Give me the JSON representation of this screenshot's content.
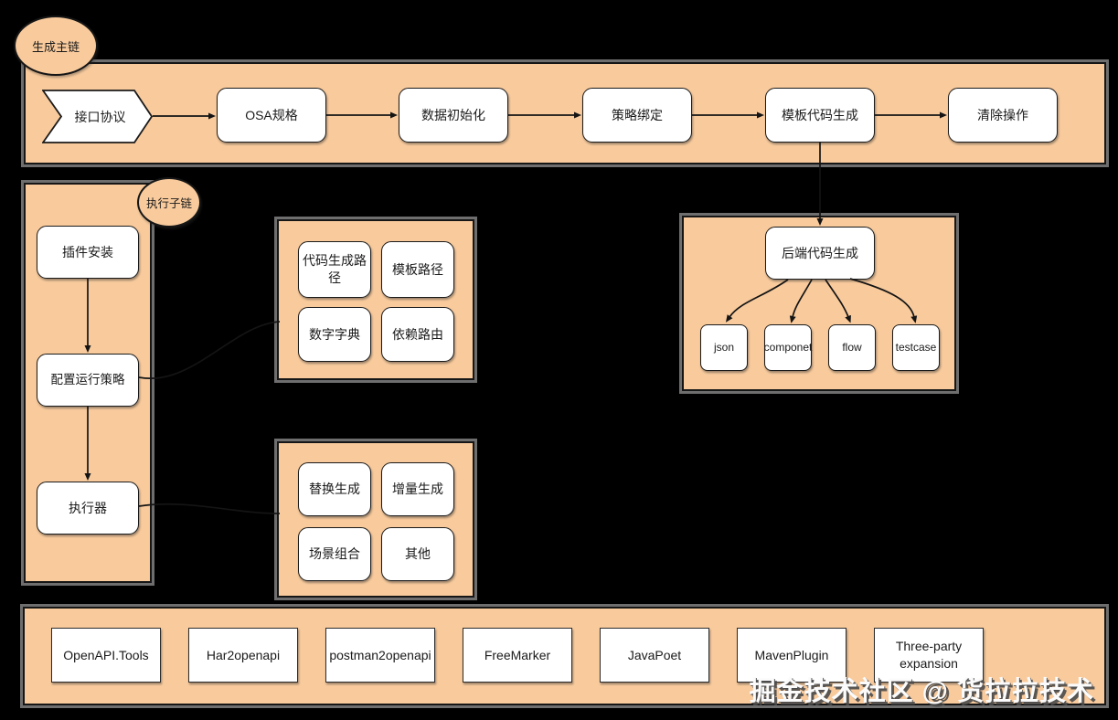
{
  "colors": {
    "background": "#000000",
    "container_fill": "#f8ca9c",
    "node_fill": "#ffffff",
    "stroke": "#1a1a1a"
  },
  "main_chain": {
    "label": "生成主链",
    "steps": [
      "接口协议",
      "OSA规格",
      "数据初始化",
      "策略绑定",
      "模板代码生成",
      "清除操作"
    ]
  },
  "sub_chain": {
    "label": "执行子链",
    "steps": [
      "插件安装",
      "配置运行策略",
      "执行器"
    ]
  },
  "config_group": {
    "items": [
      "代码生成路径",
      "模板路径",
      "数字字典",
      "依赖路由"
    ]
  },
  "strategy_group": {
    "items": [
      "替换生成",
      "增量生成",
      "场景组合",
      "其他"
    ]
  },
  "backend_group": {
    "root": "后端代码生成",
    "outputs": [
      "json",
      "componet",
      "flow",
      "testcase"
    ]
  },
  "tools_group": {
    "items": [
      "OpenAPI.Tools",
      "Har2openapi",
      "postman2openapi",
      "FreeMarker",
      "JavaPoet",
      "MavenPlugin",
      "Three-party expansion"
    ]
  },
  "watermark": "掘金技术社区 @ 货拉拉技术"
}
